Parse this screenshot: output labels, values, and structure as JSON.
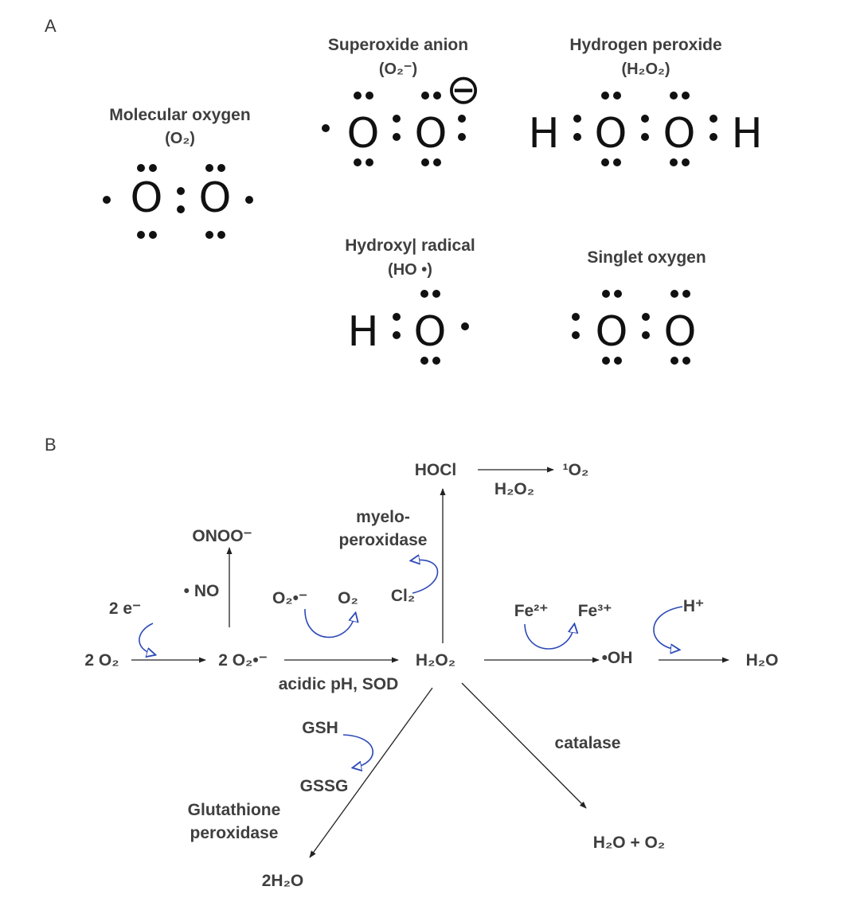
{
  "panels": {
    "a": "A",
    "b": "B"
  },
  "molecules": {
    "molecular_oxygen": {
      "name": "Molecular oxygen",
      "formula": "(O₂)"
    },
    "superoxide": {
      "name": "Superoxide anion",
      "formula": "(O₂⁻)",
      "charge": "⊖"
    },
    "hydrogen_peroxide": {
      "name": "Hydrogen peroxide",
      "formula": "(H₂O₂)"
    },
    "hydroxyl": {
      "name": "Hydroxy| radical",
      "formula": "(HO •)"
    },
    "singlet": {
      "name": "Singlet oxygen"
    }
  },
  "atoms": {
    "o": "O",
    "h": "H"
  },
  "pathway": {
    "o2": "2 O₂",
    "electrons": "2 e⁻",
    "superoxide": "2 O₂•⁻",
    "no": "• NO",
    "onoo": "ONOO⁻",
    "o2_radical": "O₂•⁻",
    "o2_product": "O₂",
    "acidic_sod": "acidic pH, SOD",
    "h2o2": "H₂O₂",
    "cl2": "Cl₂",
    "myelo_1": "myelo-",
    "myelo_2": "peroxidase",
    "hocl": "HOCl",
    "singlet_o2": "¹O₂",
    "h2o2_top": "H₂O₂",
    "fe2": "Fe²⁺",
    "fe3": "Fe³⁺",
    "oh": "•OH",
    "h_plus": "H⁺",
    "h2o": "H₂O",
    "gsh": "GSH",
    "gssg": "GSSG",
    "gpx_1": "Glutathione",
    "gpx_2": "peroxidase",
    "two_h2o": "2H₂O",
    "catalase": "catalase",
    "h2o_o2": "H₂O + O₂"
  }
}
